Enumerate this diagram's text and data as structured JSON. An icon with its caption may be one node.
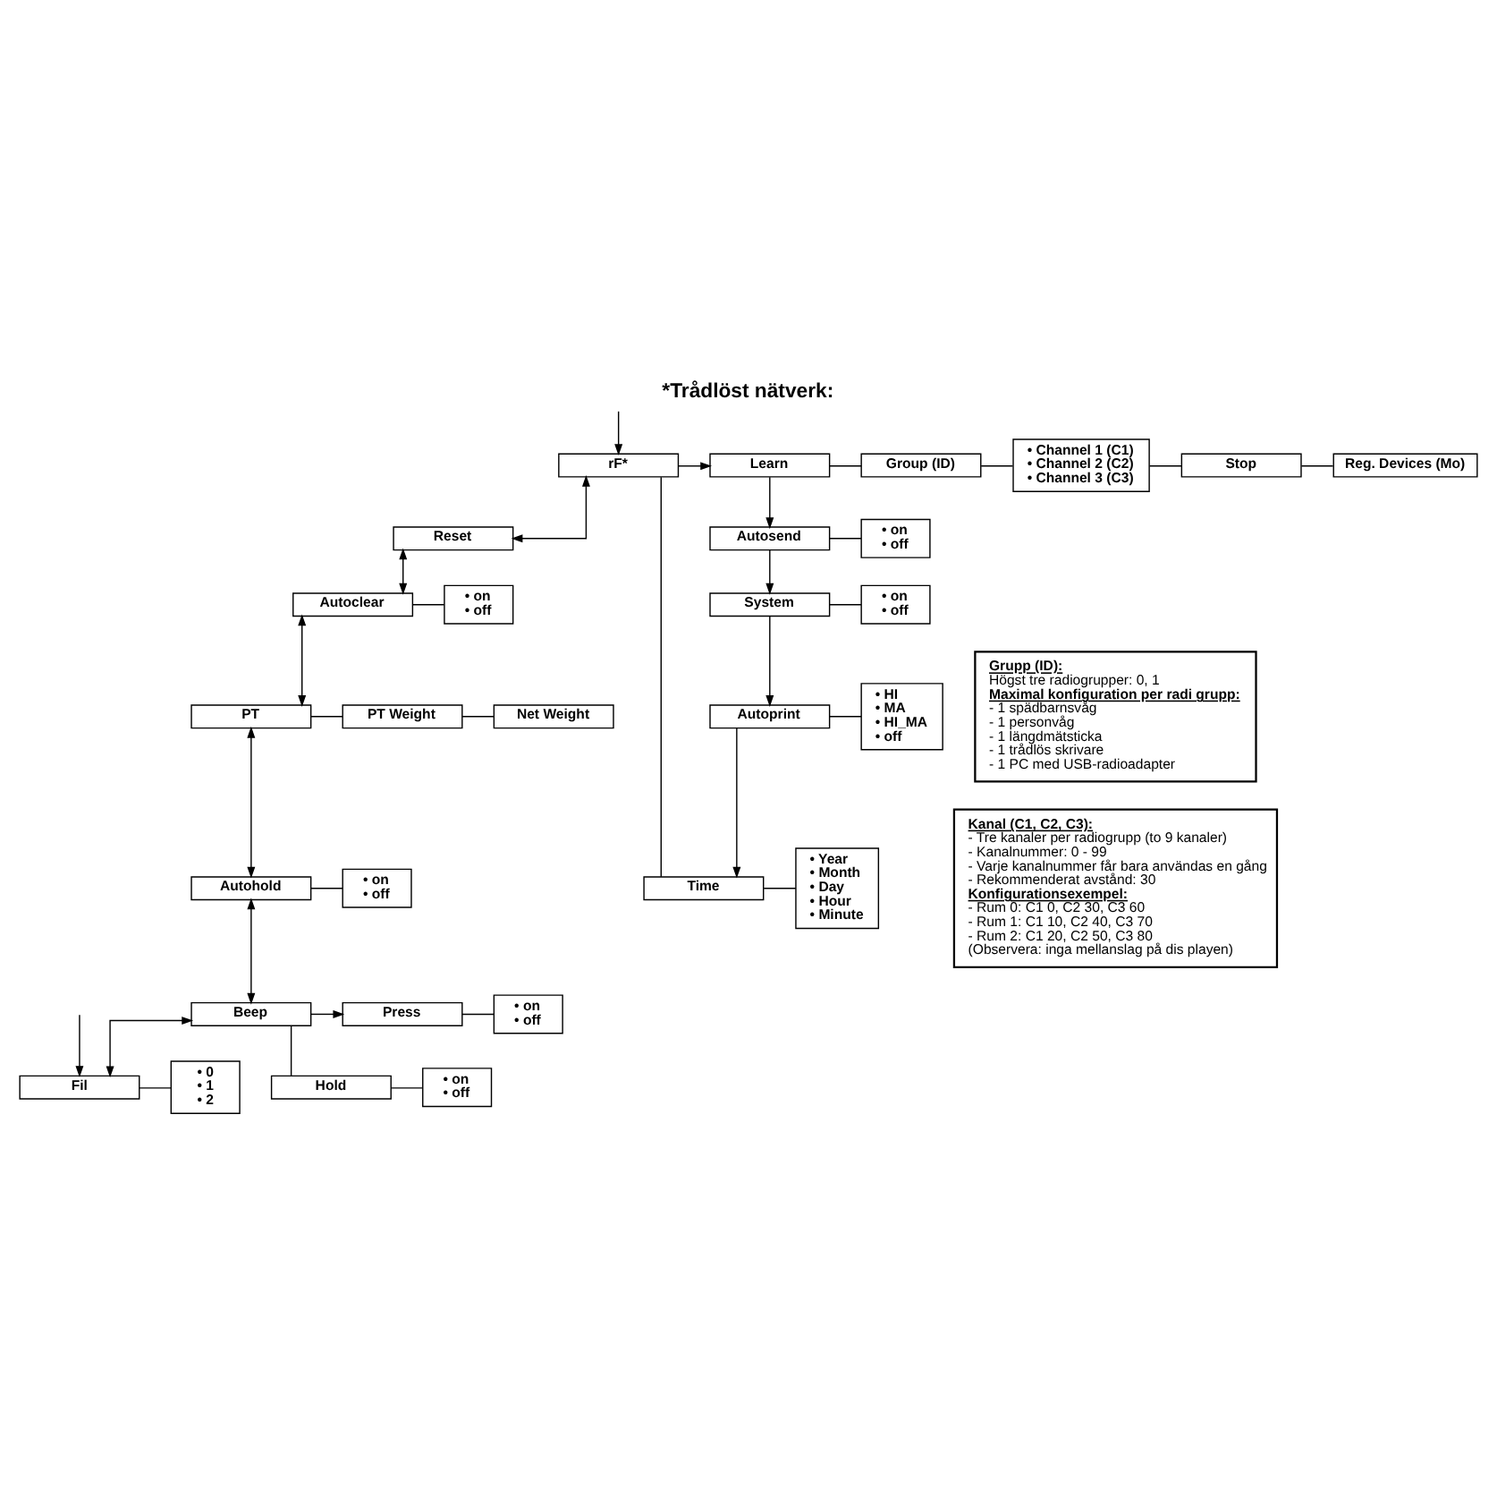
{
  "diagram": {
    "title": "*Trådlöst nätverk:",
    "nodes": [
      {
        "text": [
          "rF*"
        ]
      },
      {
        "text": [
          "Learn"
        ]
      },
      {
        "text": [
          "Group (ID)"
        ]
      },
      {
        "text": [
          "• Channel 1 (C1)",
          "• Channel 2 (C2)",
          "• Channel 3 (C3)"
        ]
      },
      {
        "text": [
          "Stop"
        ]
      },
      {
        "text": [
          "Reg. Devices (Mo)"
        ]
      },
      {
        "text": [
          "Autosend"
        ]
      },
      {
        "text": [
          "• on",
          "• off"
        ]
      },
      {
        "text": [
          "System"
        ]
      },
      {
        "text": [
          "• on",
          "• off"
        ]
      },
      {
        "text": [
          "Autoprint"
        ]
      },
      {
        "text": [
          "• HI",
          "• MA",
          "• HI_MA",
          "• off"
        ]
      },
      {
        "text": [
          "Time"
        ]
      },
      {
        "text": [
          "• Year",
          "• Month",
          "• Day",
          "• Hour",
          "• Minute"
        ]
      },
      {
        "text": [
          "Reset"
        ]
      },
      {
        "text": [
          "Autoclear"
        ]
      },
      {
        "text": [
          "• on",
          "• off"
        ]
      },
      {
        "text": [
          "PT"
        ]
      },
      {
        "text": [
          "PT Weight"
        ]
      },
      {
        "text": [
          "Net Weight"
        ]
      },
      {
        "text": [
          "Autohold"
        ]
      },
      {
        "text": [
          "• on",
          "• off"
        ]
      },
      {
        "text": [
          "Beep"
        ]
      },
      {
        "text": [
          "Press"
        ]
      },
      {
        "text": [
          "• on",
          "• off"
        ]
      },
      {
        "text": [
          "Hold"
        ]
      },
      {
        "text": [
          "• on",
          "• off"
        ]
      },
      {
        "text": [
          "Fil"
        ]
      },
      {
        "text": [
          "• 0",
          "• 1",
          "• 2"
        ]
      },
      {
        "text": [
          "Grupp (ID):",
          "Högst tre radiogrupper: 0, 1",
          "Maximal konfiguration per radi grupp:",
          "- 1 spädbarnsvåg",
          "- 1 personvåg",
          "- 1 längdmätsticka",
          "- 1 trådlös skrivare",
          "- 1 PC med USB-radioadapter"
        ]
      },
      {
        "text": [
          "Kanal (C1, C2, C3):",
          "- Tre kanaler per radiogrupp (to 9 kanaler)",
          "- Kanalnummer: 0 - 99",
          "- Varje kanalnummer får bara användas en gång",
          "- Rekommenderat avstånd: 30",
          "Konfigurationsexempel:",
          "- Rum 0: C1 0, C2 30, C3 60",
          "- Rum 1: C1 10, C2 40, C3 70",
          "- Rum 2: C1 20, C2 50, C3 80",
          "(Observera: inga mellanslag på dis playen)"
        ]
      }
    ],
    "edges": [
      {
        "from": 0,
        "to": 1,
        "arrow": "to"
      },
      {
        "from": 0,
        "to": 12,
        "arrow": "none"
      },
      {
        "from": 1,
        "to": 2,
        "arrow": "none"
      },
      {
        "from": 2,
        "to": 3,
        "arrow": "none"
      },
      {
        "from": 3,
        "to": 4,
        "arrow": "none"
      },
      {
        "from": 4,
        "to": 5,
        "arrow": "none"
      },
      {
        "from": 1,
        "to": 6,
        "arrow": "to"
      },
      {
        "from": 6,
        "to": 7,
        "arrow": "none"
      },
      {
        "from": 6,
        "to": 8,
        "arrow": "to"
      },
      {
        "from": 8,
        "to": 9,
        "arrow": "none"
      },
      {
        "from": 8,
        "to": 10,
        "arrow": "to"
      },
      {
        "from": 10,
        "to": 11,
        "arrow": "none"
      },
      {
        "from": 10,
        "to": 12,
        "arrow": "to"
      },
      {
        "from": 12,
        "to": 13,
        "arrow": "none"
      },
      {
        "from": 0,
        "to": 14,
        "arrow": "both"
      },
      {
        "from": 14,
        "to": 15,
        "arrow": "both"
      },
      {
        "from": 15,
        "to": 16,
        "arrow": "none"
      },
      {
        "from": 15,
        "to": 17,
        "arrow": "both"
      },
      {
        "from": 17,
        "to": 18,
        "arrow": "none"
      },
      {
        "from": 18,
        "to": 19,
        "arrow": "none"
      },
      {
        "from": 17,
        "to": 20,
        "arrow": "both"
      },
      {
        "from": 20,
        "to": 21,
        "arrow": "none"
      },
      {
        "from": 20,
        "to": 22,
        "arrow": "both"
      },
      {
        "from": 22,
        "to": 23,
        "arrow": "to"
      },
      {
        "from": 22,
        "to": 25,
        "arrow": "none"
      },
      {
        "from": 23,
        "to": 24,
        "arrow": "none"
      },
      {
        "from": 25,
        "to": 26,
        "arrow": "none"
      },
      {
        "from": 22,
        "to": 27,
        "arrow": "both"
      },
      {
        "from": 27,
        "to": 28,
        "arrow": "none"
      },
      {
        "from": null,
        "to": 0,
        "arrow": "to"
      },
      {
        "from": null,
        "to": 27,
        "arrow": "to"
      }
    ]
  }
}
